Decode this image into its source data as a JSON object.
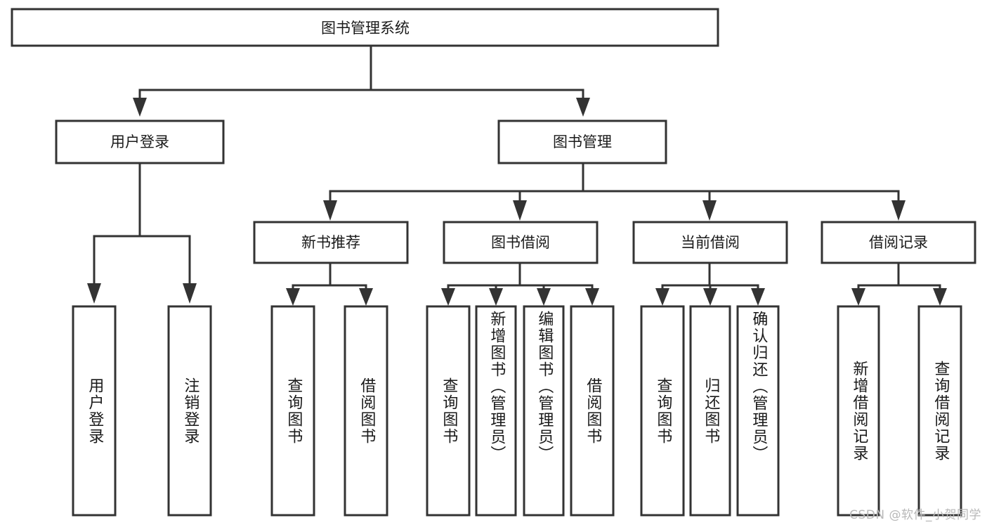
{
  "diagram": {
    "type": "tree",
    "title": "图书管理系统",
    "orientation": "top-down",
    "watermark": "CSDN @软件_小贺同学",
    "colors": {
      "background": "#ffffff",
      "box_stroke": "#333333",
      "box_fill": "#ffffff",
      "text": "#1a1a1a",
      "watermark": "#b8b8b8"
    },
    "levels": {
      "root": [
        "图书管理系统"
      ],
      "level2": [
        "用户登录",
        "图书管理"
      ],
      "level3": [
        "新书推荐",
        "图书借阅",
        "当前借阅",
        "借阅记录"
      ],
      "level4": [
        "用户登录",
        "注销登录",
        "查询图书",
        "借阅图书",
        "查询图书",
        "新增图书（管理员）",
        "编辑图书（管理员）",
        "借阅图书",
        "查询图书",
        "归还图书",
        "确认归还（管理员）",
        "新增借阅记录",
        "查询借阅记录"
      ]
    },
    "nodes": {
      "root": {
        "label": "图书管理系统"
      },
      "user_login": {
        "label": "用户登录"
      },
      "book_manage": {
        "label": "图书管理"
      },
      "new_book_rec": {
        "label": "新书推荐"
      },
      "book_borrow": {
        "label": "图书借阅"
      },
      "current_borrow": {
        "label": "当前借阅"
      },
      "borrow_record": {
        "label": "借阅记录"
      },
      "leaf_user_login": {
        "label": "用户登录"
      },
      "leaf_logout": {
        "label": "注销登录"
      },
      "leaf_query_book_a": {
        "label": "查询图书"
      },
      "leaf_borrow_book_a": {
        "label": "借阅图书"
      },
      "leaf_query_book_b": {
        "label": "查询图书"
      },
      "leaf_add_book": {
        "label": "新增图书（管理员）"
      },
      "leaf_edit_book": {
        "label": "编辑图书（管理员）"
      },
      "leaf_borrow_book_b": {
        "label": "借阅图书"
      },
      "leaf_query_book_c": {
        "label": "查询图书"
      },
      "leaf_return_book": {
        "label": "归还图书"
      },
      "leaf_confirm_return": {
        "label": "确认归还（管理员）"
      },
      "leaf_add_record": {
        "label": "新增借阅记录"
      },
      "leaf_query_record": {
        "label": "查询借阅记录"
      }
    },
    "edges": [
      {
        "from": "root",
        "to": "user_login"
      },
      {
        "from": "root",
        "to": "book_manage"
      },
      {
        "from": "user_login",
        "to": "leaf_user_login"
      },
      {
        "from": "user_login",
        "to": "leaf_logout"
      },
      {
        "from": "book_manage",
        "to": "new_book_rec"
      },
      {
        "from": "book_manage",
        "to": "book_borrow"
      },
      {
        "from": "book_manage",
        "to": "current_borrow"
      },
      {
        "from": "book_manage",
        "to": "borrow_record"
      },
      {
        "from": "new_book_rec",
        "to": "leaf_query_book_a"
      },
      {
        "from": "new_book_rec",
        "to": "leaf_borrow_book_a"
      },
      {
        "from": "book_borrow",
        "to": "leaf_query_book_b"
      },
      {
        "from": "book_borrow",
        "to": "leaf_add_book"
      },
      {
        "from": "book_borrow",
        "to": "leaf_edit_book"
      },
      {
        "from": "book_borrow",
        "to": "leaf_borrow_book_b"
      },
      {
        "from": "current_borrow",
        "to": "leaf_query_book_c"
      },
      {
        "from": "current_borrow",
        "to": "leaf_return_book"
      },
      {
        "from": "current_borrow",
        "to": "leaf_confirm_return"
      },
      {
        "from": "borrow_record",
        "to": "leaf_add_record"
      },
      {
        "from": "borrow_record",
        "to": "leaf_query_record"
      }
    ]
  }
}
